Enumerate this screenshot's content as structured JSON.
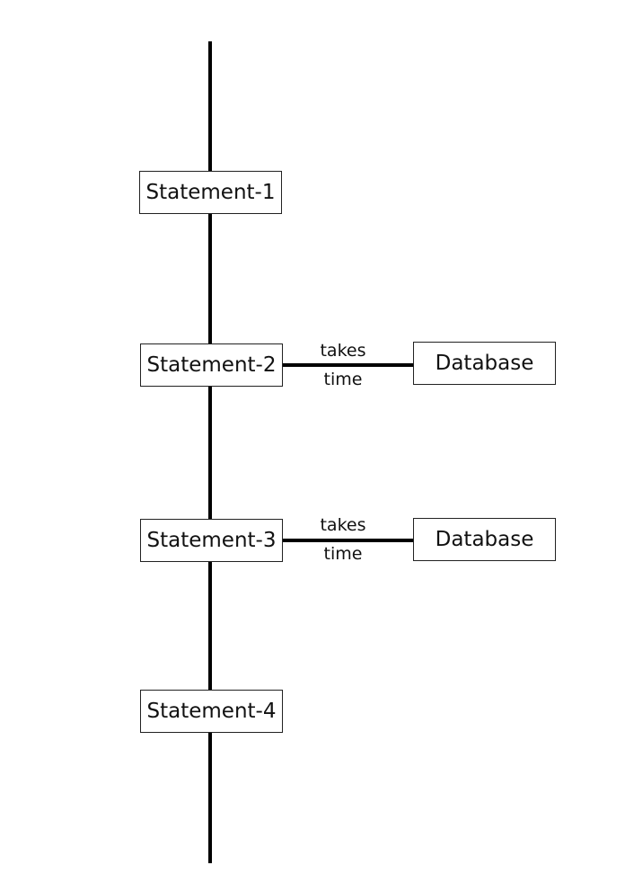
{
  "statements": [
    {
      "label": "Statement-1"
    },
    {
      "label": "Statement-2"
    },
    {
      "label": "Statement-3"
    },
    {
      "label": "Statement-4"
    }
  ],
  "database_calls": [
    {
      "line1": "takes",
      "line2": "time",
      "target": "Database"
    },
    {
      "line1": "takes",
      "line2": "time",
      "target": "Database"
    }
  ],
  "colors": {
    "line": "#000000",
    "box_border": "#222222",
    "background": "#ffffff"
  }
}
